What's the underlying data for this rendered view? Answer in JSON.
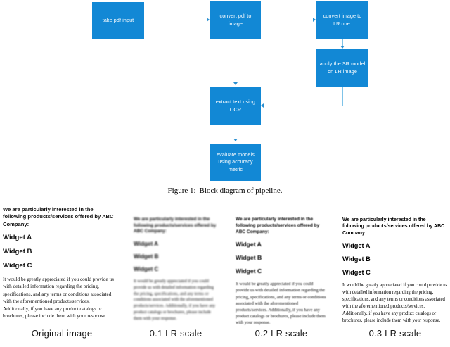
{
  "figure": {
    "caption_number": "Figure 1:",
    "caption_text": "Block diagram of pipeline.",
    "accent_color": "#1288d5",
    "connector_color": "#7fc3e8",
    "nodes": [
      {
        "id": "take-pdf-input",
        "label": "take pdf input"
      },
      {
        "id": "convert-pdf-to-image",
        "label": "convert pdf to image"
      },
      {
        "id": "convert-image-to-lr",
        "label": "convert image to LR one."
      },
      {
        "id": "apply-sr-model",
        "label": "apply the SR model on LR image"
      },
      {
        "id": "extract-text-ocr",
        "label": "extract text using OCR"
      },
      {
        "id": "evaluate-models",
        "label": "evaluate models using accuracy metric"
      }
    ]
  },
  "document": {
    "heading": "We are particularly interested in the following products/services offered by ABC Company:",
    "widget_a": "Widget A",
    "widget_b": "Widget B",
    "widget_c": "Widget C",
    "body": "It would be greatly appreciated if you could provide us with detailed information regarding the pricing, specifications, and any terms or conditions associated with the aforementioned products/services. Additionally, if you have any product catalogs or brochures, please include them with your response."
  },
  "samples": {
    "original_label": "Original image",
    "lr1_label": "0.1 LR scale",
    "lr2_label": "0.2 LR scale",
    "lr3_label": "0.3 LR scale"
  }
}
